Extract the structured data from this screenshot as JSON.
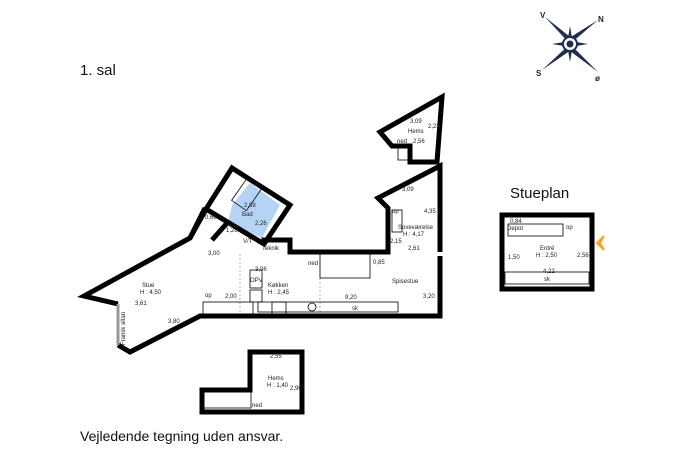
{
  "title": "1. sal",
  "stueplan_title": "Stueplan",
  "disclaimer": "Vejledende tegning uden ansvar.",
  "compass": {
    "n": "N",
    "s": "S",
    "v": "V",
    "o": "ø"
  },
  "colors": {
    "bath": "#b5d3f5",
    "entry_marker": "#f5a623",
    "wall": "#000000"
  },
  "rooms": {
    "stue": {
      "name": "Stue",
      "height": "H : 4,50",
      "dims": [
        "3,00",
        "3,61",
        "3,80",
        "2,00"
      ],
      "balcony": "Fransk altan",
      "stair": "op"
    },
    "bad": {
      "name": "Bad",
      "dims": [
        "2,88",
        "2,26",
        "0,60",
        "1,26"
      ],
      "vt": "V/T"
    },
    "teknik": {
      "name": "Teknik"
    },
    "koekken": {
      "name": "Køkken",
      "height": "H : 2,45",
      "dim": "3,06",
      "opv": "OPV"
    },
    "spisestue": {
      "name": "Spisestue",
      "dims": [
        "9,20",
        "3,20",
        "0,85",
        "2,61"
      ],
      "stair": "ned",
      "sk": "sk"
    },
    "sovevaerelse": {
      "name": "Soveværelse",
      "height": "H : 4,17",
      "dims": [
        "3,09",
        "4,35",
        "2,15"
      ],
      "stair": "op"
    },
    "hems_top": {
      "name": "Hems",
      "dims": [
        "3,09",
        "2,23",
        "2,56"
      ],
      "stair": "ned"
    },
    "hems_bottom": {
      "name": "Hems",
      "height": "H : 1,40",
      "dims": [
        "2,55",
        "2,90"
      ],
      "stair": "ned"
    },
    "entre": {
      "name": "Entré",
      "height": "H : 2,50",
      "dims": [
        "0,84",
        "1,50",
        "2,56",
        "4,22"
      ],
      "depot": "Depot",
      "stair": "op",
      "sk": "sk"
    }
  }
}
